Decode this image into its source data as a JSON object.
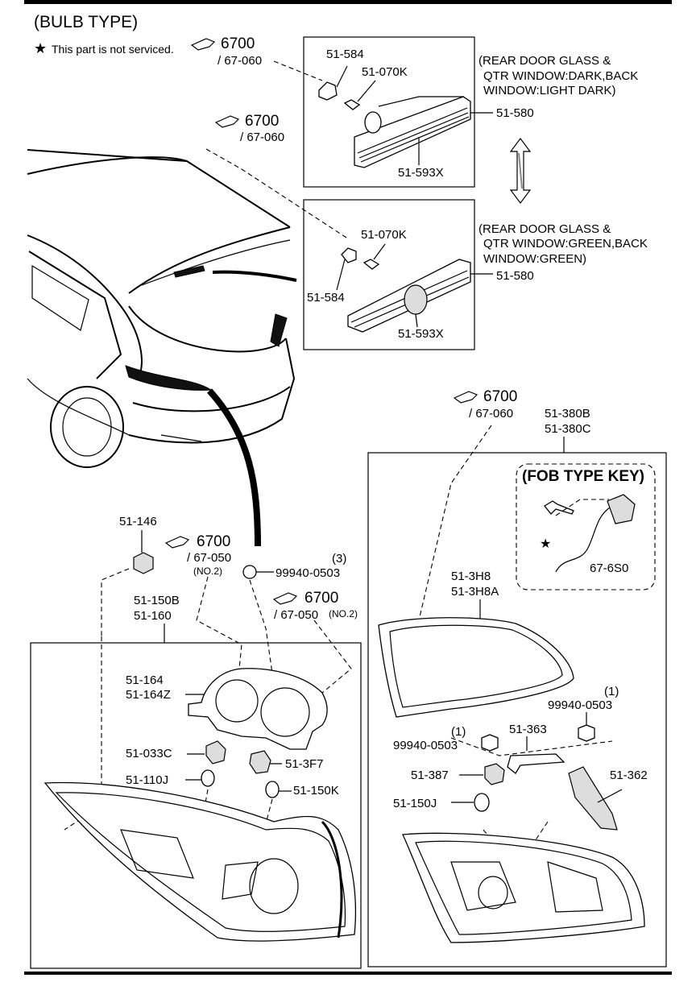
{
  "header": {
    "title": "(BULB TYPE)",
    "note_star": "★",
    "note_text": "This part is not serviced."
  },
  "top_box_1": {
    "part_bulb": "51-584",
    "part_lamp": "51-070K",
    "part_assembly": "51-580",
    "part_lens": "51-593X",
    "note_line1": "(REAR DOOR GLASS &",
    "note_line2": "QTR WINDOW:DARK,BACK",
    "note_line3": "WINDOW:LIGHT DARK)"
  },
  "top_box_2": {
    "part_lamp": "51-070K",
    "part_bulb": "51-584",
    "part_assembly": "51-580",
    "part_lens": "51-593X",
    "note_line1": "(REAR DOOR GLASS &",
    "note_line2": "QTR WINDOW:GREEN,BACK",
    "note_line3": "WINDOW:GREEN)"
  },
  "refs": {
    "r1_code": "6700",
    "r1_sub": "/ 67-060",
    "r2_code": "6700",
    "r2_sub": "/ 67-060",
    "r3_code": "6700",
    "r3_sub": "/ 67-060",
    "r4_code": "6700",
    "r4_sub": "/ 67-050",
    "r4_note": "(NO.2)",
    "r5_code": "6700",
    "r5_sub": "/ 67-050",
    "r5_note": "(NO.2)"
  },
  "left_assembly": {
    "p_146": "51-146",
    "p_150b": "51-150B",
    "p_160": "51-160",
    "p_nut": "99940-0503",
    "p_nut_qty": "(3)",
    "p_164": "51-164",
    "p_164z": "51-164Z",
    "p_033c": "51-033C",
    "p_3f7": "51-3F7",
    "p_110j": "51-110J",
    "p_150k": "51-150K"
  },
  "right_assembly": {
    "p_380b": "51-380B",
    "p_380c": "51-380C",
    "fob_title": "(FOB TYPE KEY)",
    "fob_part": "67-6S0",
    "fob_star": "★",
    "p_3h8": "51-3H8",
    "p_3h8a": "51-3H8A",
    "p_nut_a": "99940-0503",
    "p_nut_a_qty": "(1)",
    "p_nut_b": "99940-0503",
    "p_nut_b_qty": "(1)",
    "p_363": "51-363",
    "p_387": "51-387",
    "p_362": "51-362",
    "p_150j": "51-150J"
  }
}
